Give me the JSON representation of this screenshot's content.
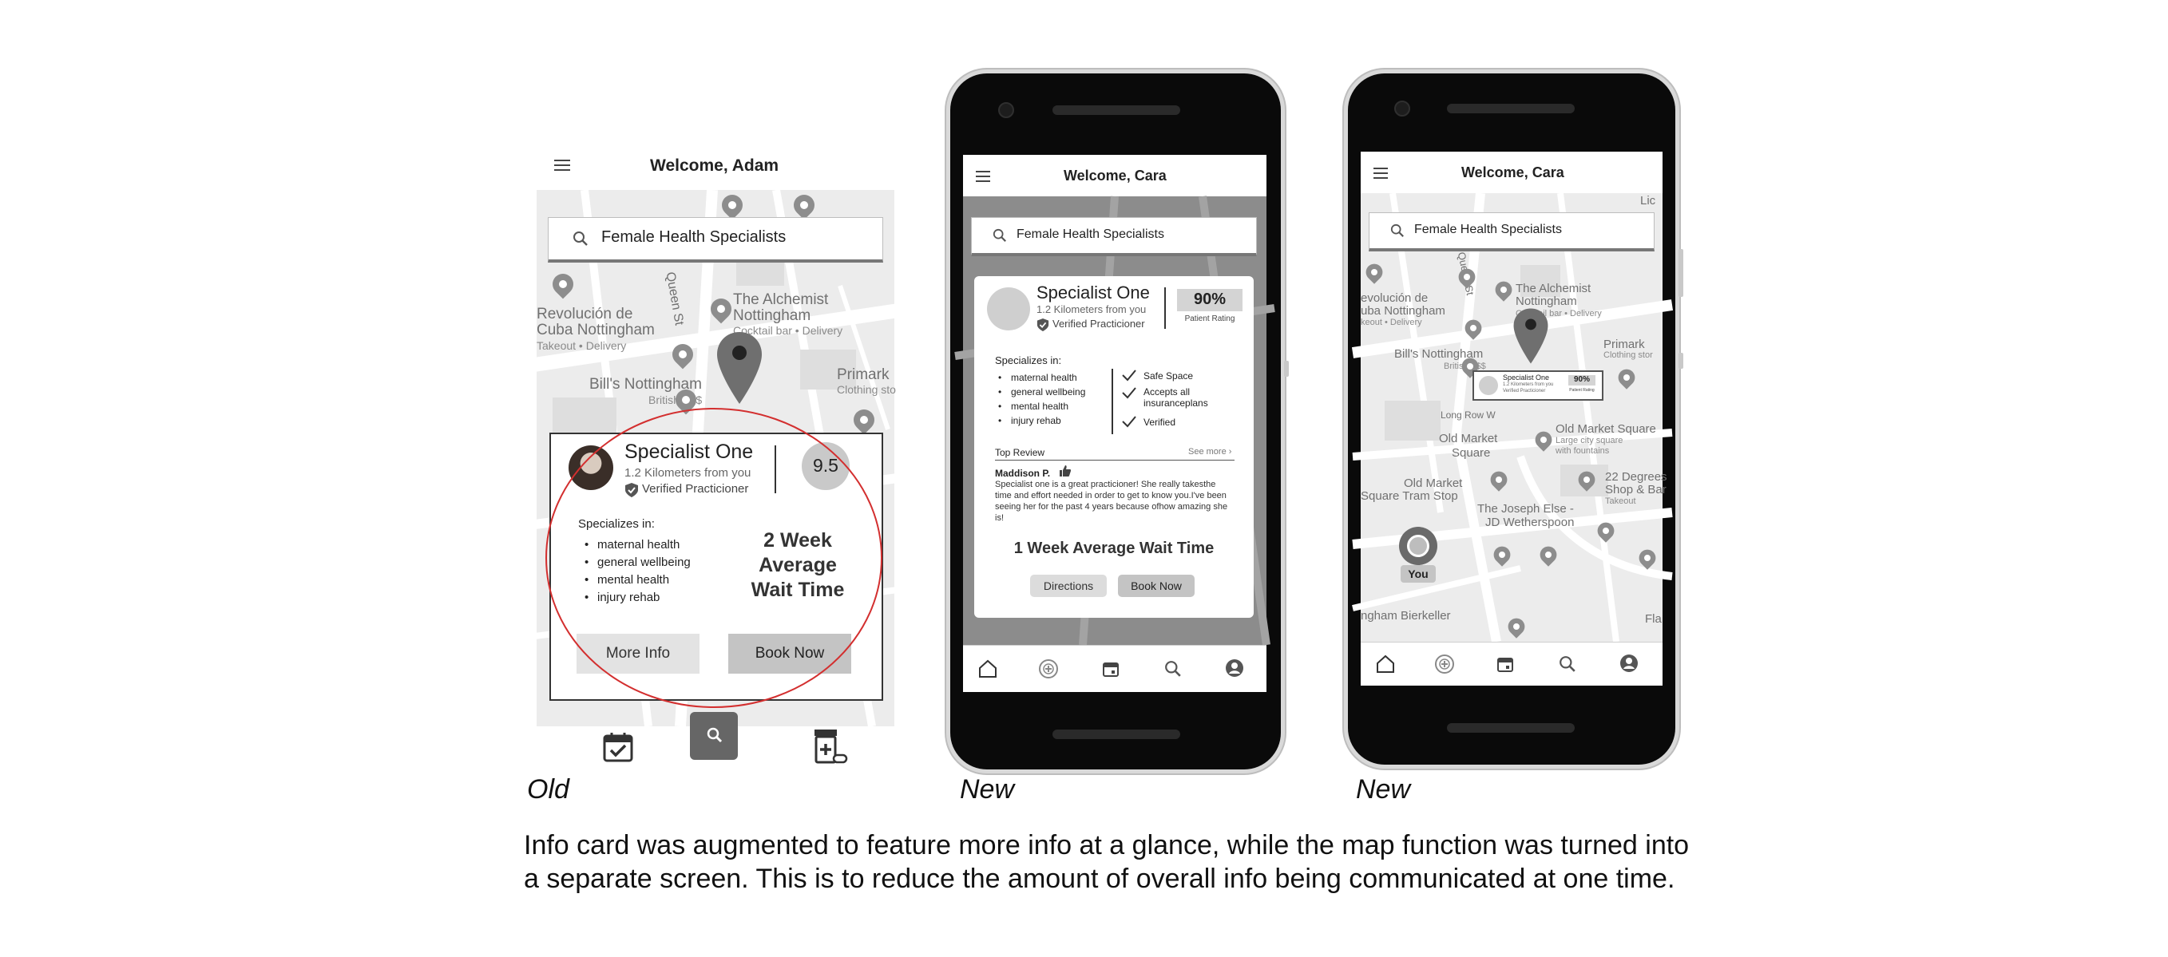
{
  "screens": [
    {
      "caption": "Old",
      "welcome": "Welcome, Adam",
      "search_text": "Female Health Specialists",
      "map_labels": {
        "alchemist": "The Alchemist",
        "alchemist2": "Nottingham",
        "alchemist_sub": "Cocktail bar • Delivery",
        "revolucion": "Revolución de",
        "revolucion2": "Cuba Nottingham",
        "revolucion_sub": "Takeout • Delivery",
        "bills": "Bill's Nottingham",
        "bills_sub": "British • $$",
        "primark": "Primark",
        "primark_sub": "Clothing sto",
        "street": "Queen St"
      },
      "card": {
        "name": "Specialist One",
        "distance": "1.2 Kilometers from you",
        "verified": "Verified Practicioner",
        "score": "9.5",
        "specializes_label": "Specializes in:",
        "specialties": [
          "maternal health",
          "general wellbeing",
          "mental health",
          "injury rehab"
        ],
        "wait_line1": "2 Week",
        "wait_line2": "Average",
        "wait_line3": "Wait Time",
        "more_info": "More Info",
        "book_now": "Book Now"
      },
      "nav_icons": [
        "calendar-check-icon",
        "search-icon",
        "pill-bottle-icon"
      ]
    },
    {
      "caption": "New",
      "welcome": "Welcome, Cara",
      "search_text": "Female Health Specialists",
      "card": {
        "name": "Specialist One",
        "distance": "1.2 Kilometers from you",
        "verified": "Verified Practicioner",
        "rating": "90%",
        "rating_label": "Patient Rating",
        "specializes_label": "Specializes in:",
        "specialties": [
          "maternal health",
          "general wellbeing",
          "mental health",
          "injury rehab"
        ],
        "checks": [
          "Safe Space",
          "Accepts all insuranceplans",
          "Verified"
        ],
        "top_review_label": "Top Review",
        "see_more": "See more",
        "reviewer": "Maddison P.",
        "review": "Specialist one is a great practicioner! She really takesthe time and effort needed in order to get to know you.I've been seeing her for the past 4 years because ofhow amazing she is!",
        "wait": "1 Week Average Wait Time",
        "directions": "Directions",
        "book_now": "Book Now"
      },
      "nav_icons": [
        "home-icon",
        "add-circle-icon",
        "calendar-icon",
        "search-icon",
        "profile-icon"
      ]
    },
    {
      "caption": "New",
      "welcome": "Welcome, Cara",
      "search_text": "Female Health Specialists",
      "map_labels": {
        "alchemist": "The Alchemist",
        "alchemist2": "Nottingham",
        "alchemist_sub": "Cocktail bar • Delivery",
        "revolucion": "evolución de",
        "revolucion2": "uba Nottingham",
        "revolucion_sub": "keout • Delivery",
        "bills": "Bill's Nottingham",
        "bills_sub": "British • $$",
        "primark": "Primark",
        "primark_sub": "Clothing stor",
        "longrow": "Long Row W",
        "oldmarket": "Old Market",
        "oldmarket2": "Square",
        "oldmarketsq": "Old Market Square",
        "oldmarketsq_sub": "Large city square",
        "oldmarketsq_sub2": "with fountains",
        "tram": "Old Market",
        "tram2": "Square Tram Stop",
        "joseph": "The Joseph Else -",
        "joseph2": "JD Wetherspoon",
        "twentytwo": "22 Degrees",
        "twentytwo2": "Shop & Bar",
        "twentytwo3": "Takeout",
        "bierkeller": "ngham Bierkeller",
        "fla": "Fla",
        "you": "You",
        "street": "Queen St",
        "lic": "Lic"
      },
      "mini_card": {
        "name": "Specialist One",
        "distance": "1.2 Kilometers from you",
        "verified": "Verified Practicioner",
        "rating": "90%",
        "rating_label": "Patient Rating"
      },
      "nav_icons": [
        "home-icon",
        "add-circle-icon",
        "calendar-icon",
        "search-icon",
        "profile-icon"
      ]
    }
  ],
  "footer": {
    "line1": "Info card was augmented to feature more info at a glance, while the map function was turned into",
    "line2": "a separate screen. This is to reduce the amount of overall info being communicated at one time."
  },
  "colors": {
    "highlight_circle": "#d32f2f",
    "map_bg": "#ececec",
    "pin": "#6f6f6f"
  }
}
